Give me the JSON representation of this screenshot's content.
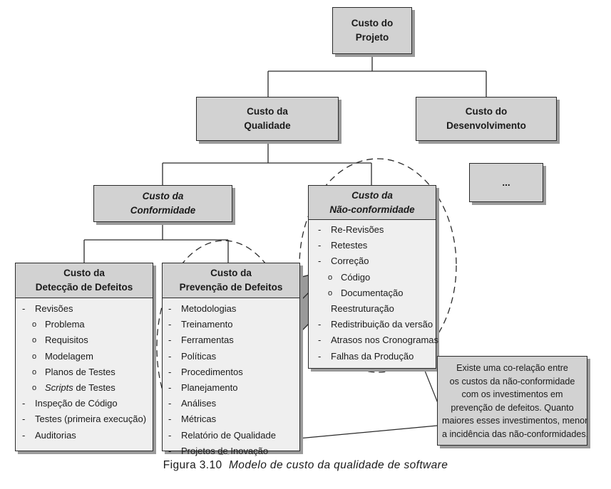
{
  "nodes": {
    "projeto": [
      "Custo do",
      "Projeto"
    ],
    "qualidade": [
      "Custo da",
      "Qualidade"
    ],
    "desenvolvimento": [
      "Custo do",
      "Desenvolvimento"
    ],
    "ellipsis": "...",
    "conformidade": [
      "Custo da",
      "Conformidade"
    ],
    "nao_conformidade": [
      "Custo da",
      "Não-conformidade"
    ],
    "deteccao": [
      "Custo da",
      "Detecção de Defeitos"
    ],
    "prevencao": [
      "Custo da",
      "Prevenção de Defeitos"
    ]
  },
  "lists": {
    "deteccao": [
      {
        "marker": "-",
        "text": "Revisões"
      },
      {
        "marker": "o",
        "text": "Problema",
        "sub": true
      },
      {
        "marker": "o",
        "text": "Requisitos",
        "sub": true
      },
      {
        "marker": "o",
        "text": "Modelagem",
        "sub": true
      },
      {
        "marker": "o",
        "text": "Planos de Testes",
        "sub": true
      },
      {
        "marker": "o",
        "italic_prefix": "Scripts",
        "text": " de Testes",
        "sub": true
      },
      {
        "marker": "-",
        "text": "Inspeção de Código"
      },
      {
        "marker": "-",
        "text": "Testes (primeira execução)"
      },
      {
        "marker": "-",
        "text": "Auditorias"
      }
    ],
    "prevencao": [
      {
        "marker": "-",
        "text": "Metodologias"
      },
      {
        "marker": "-",
        "text": "Treinamento"
      },
      {
        "marker": "-",
        "text": "Ferramentas"
      },
      {
        "marker": "-",
        "text": "Políticas"
      },
      {
        "marker": "-",
        "text": "Procedimentos"
      },
      {
        "marker": "-",
        "text": "Planejamento"
      },
      {
        "marker": "-",
        "text": "Análises"
      },
      {
        "marker": "-",
        "text": "Métricas"
      },
      {
        "marker": "-",
        "text": "Relatório de Qualidade"
      },
      {
        "marker": "-",
        "text": "Projetos de Inovação"
      }
    ],
    "nao_conformidade": [
      {
        "marker": "-",
        "text": "Re-Revisões"
      },
      {
        "marker": "-",
        "text": "Retestes"
      },
      {
        "marker": "-",
        "text": "Correção"
      },
      {
        "marker": "o",
        "text": "Código",
        "sub": true
      },
      {
        "marker": "o",
        "text": "Documentação",
        "sub": true
      },
      {
        "marker": "",
        "text": "Reestruturação"
      },
      {
        "marker": "-",
        "text": "Redistribuição da versão"
      },
      {
        "marker": "-",
        "text": "Atrasos nos Cronogramas"
      },
      {
        "marker": "-",
        "text": "Falhas da Produção"
      }
    ]
  },
  "callout": [
    "Existe uma co-relação entre",
    "os custos da não-conformidade",
    "com os investimentos em",
    "prevenção de defeitos. Quanto",
    "maiores esses investimentos, menor",
    "a incidência das não-conformidades."
  ],
  "caption": {
    "label": "Figura 3.10",
    "title": "Modelo de custo da qualidade de software"
  },
  "colors": {
    "header_fill": "#d2d2d2",
    "panel_fill": "#efefef",
    "arrow_fill": "#9a9a9a",
    "shadow": "#9a9a9a",
    "line": "#2a2a2a"
  }
}
